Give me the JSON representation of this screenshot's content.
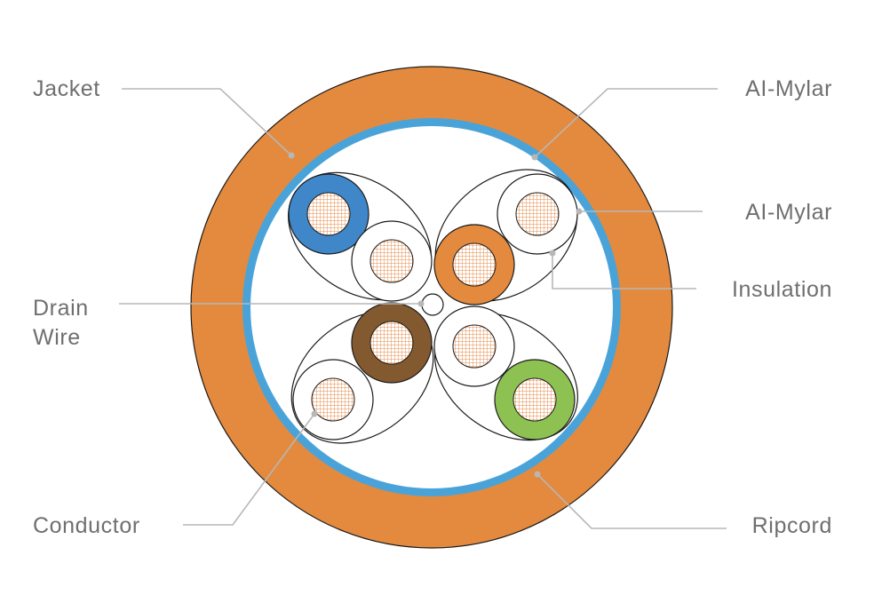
{
  "labels": {
    "jacket": "Jacket",
    "al_mylar_outer": "AI-Mylar",
    "al_mylar_inner": "AI-Mylar",
    "insulation": "Insulation",
    "drain_wire_1": "Drain",
    "drain_wire_2": "Wire",
    "conductor": "Conductor",
    "ripcord": "Ripcord"
  },
  "colors": {
    "jacket": "#e38a3e",
    "shield": "#4aa3d8",
    "pair_blue": "#3f87c8",
    "pair_orange": "#e38a3e",
    "pair_brown": "#835a30",
    "pair_green": "#8dc152",
    "copper": "#e9a06a",
    "outline": "#1a1a1a",
    "leader": "#b7b7b7",
    "text": "#6f6f6f"
  },
  "pairs": [
    {
      "name": "blue",
      "color": "pair_blue"
    },
    {
      "name": "orange",
      "color": "pair_orange"
    },
    {
      "name": "brown",
      "color": "pair_brown"
    },
    {
      "name": "green",
      "color": "pair_green"
    }
  ]
}
